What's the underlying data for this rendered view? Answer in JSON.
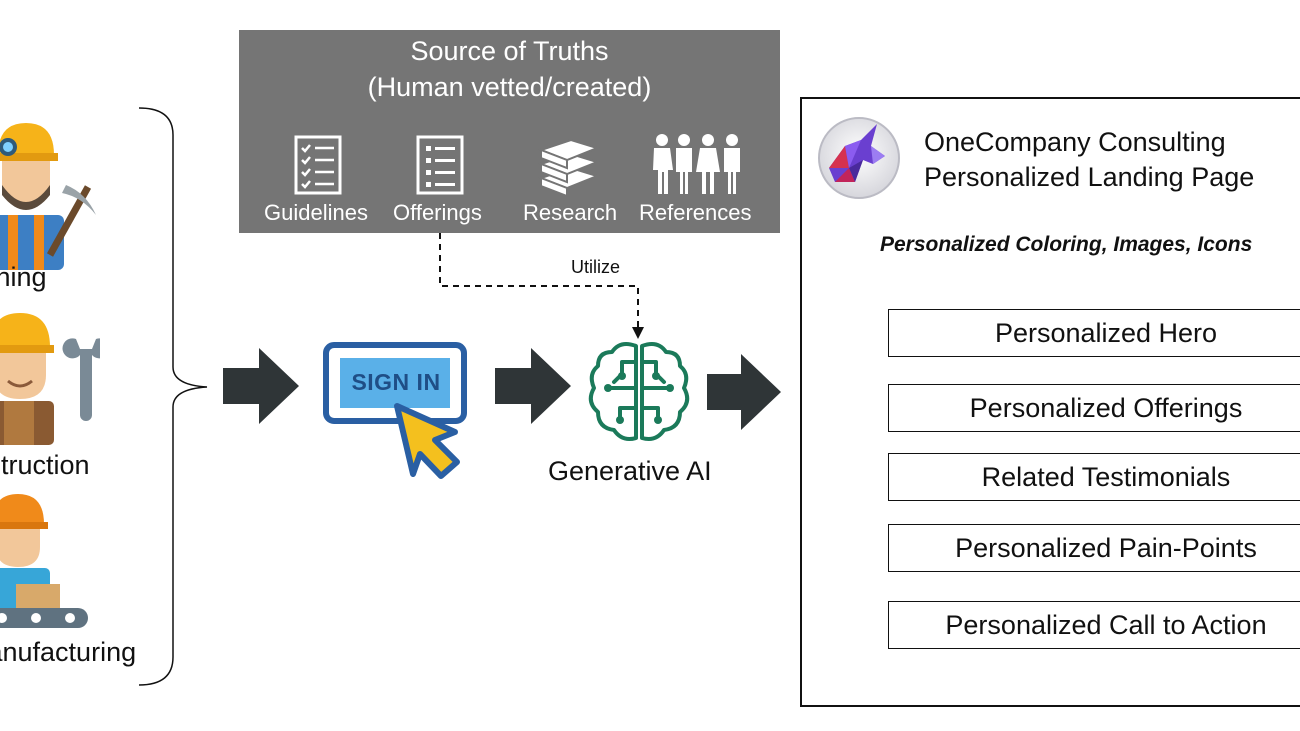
{
  "industries": [
    {
      "label": "Mining",
      "icon": "miner-icon"
    },
    {
      "label": "Construction",
      "icon": "construction-worker-icon"
    },
    {
      "label": "Manufacturing",
      "icon": "factory-worker-icon"
    }
  ],
  "source_of_truths": {
    "title_line1": "Source of Truths",
    "title_line2": "(Human vetted/created)",
    "items": [
      {
        "label": "Guidelines",
        "icon": "checklist-icon"
      },
      {
        "label": "Offerings",
        "icon": "list-icon"
      },
      {
        "label": "Research",
        "icon": "books-icon"
      },
      {
        "label": "References",
        "icon": "people-icon"
      }
    ]
  },
  "utilize_label": "Utilize",
  "sign_in": {
    "label": "SIGN IN",
    "icon": "sign-in-screen-icon"
  },
  "generative_ai": {
    "label": "Generative AI",
    "icon": "ai-brain-icon"
  },
  "landing_page": {
    "logo": "unicorn-logo",
    "company_line1": "OneCompany Consulting",
    "company_line2": "Personalized Landing Page",
    "subtitle": "Personalized Coloring, Images, Icons",
    "sections": [
      "Personalized Hero",
      "Personalized Offerings",
      "Related Testimonials",
      "Personalized Pain-Points",
      "Personalized Call to Action"
    ]
  },
  "colors": {
    "panel_gray": "#757575",
    "arrow_dark": "#2f3537",
    "sign_in_blue": "#2a5fa3",
    "sign_in_fill": "#5ab0e8",
    "cursor_yellow": "#f4c01e",
    "ai_green": "#1b7a5a"
  }
}
